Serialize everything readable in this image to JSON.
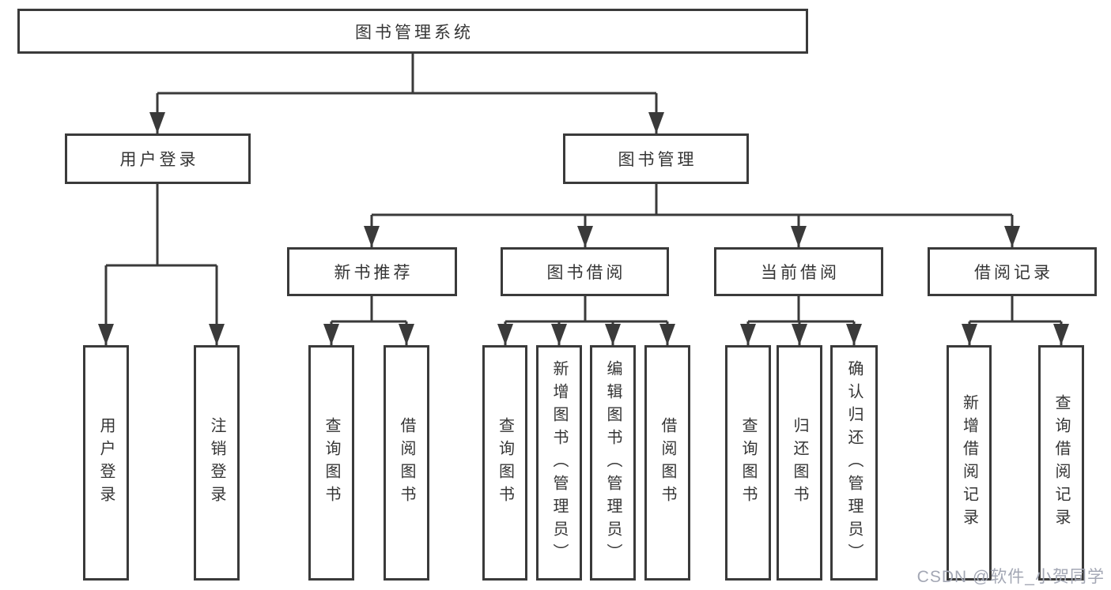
{
  "diagram": {
    "root": {
      "label": "图书管理系统"
    },
    "level2": [
      {
        "label": "用户登录"
      },
      {
        "label": "图书管理"
      }
    ],
    "level3": [
      {
        "label": "新书推荐"
      },
      {
        "label": "图书借阅"
      },
      {
        "label": "当前借阅"
      },
      {
        "label": "借阅记录"
      }
    ],
    "leaves": {
      "user_login": [
        "用户登录",
        "注销登录"
      ],
      "new_books": [
        "查询图书",
        "借阅图书"
      ],
      "book_borrow": [
        "查询图书",
        "新增图书（管理员）",
        "编辑图书（管理员）",
        "借阅图书"
      ],
      "current_borrow": [
        "查询图书",
        "归还图书",
        "确认归还（管理员）"
      ],
      "borrow_records": [
        "新增借阅记录",
        "查询借阅记录"
      ]
    }
  },
  "watermark": {
    "text": "CSDN @软件_小贺同学"
  },
  "colors": {
    "line": "#3a3a3a",
    "text": "#353535",
    "watermark": "#a3a7b4",
    "background": "#ffffff"
  }
}
